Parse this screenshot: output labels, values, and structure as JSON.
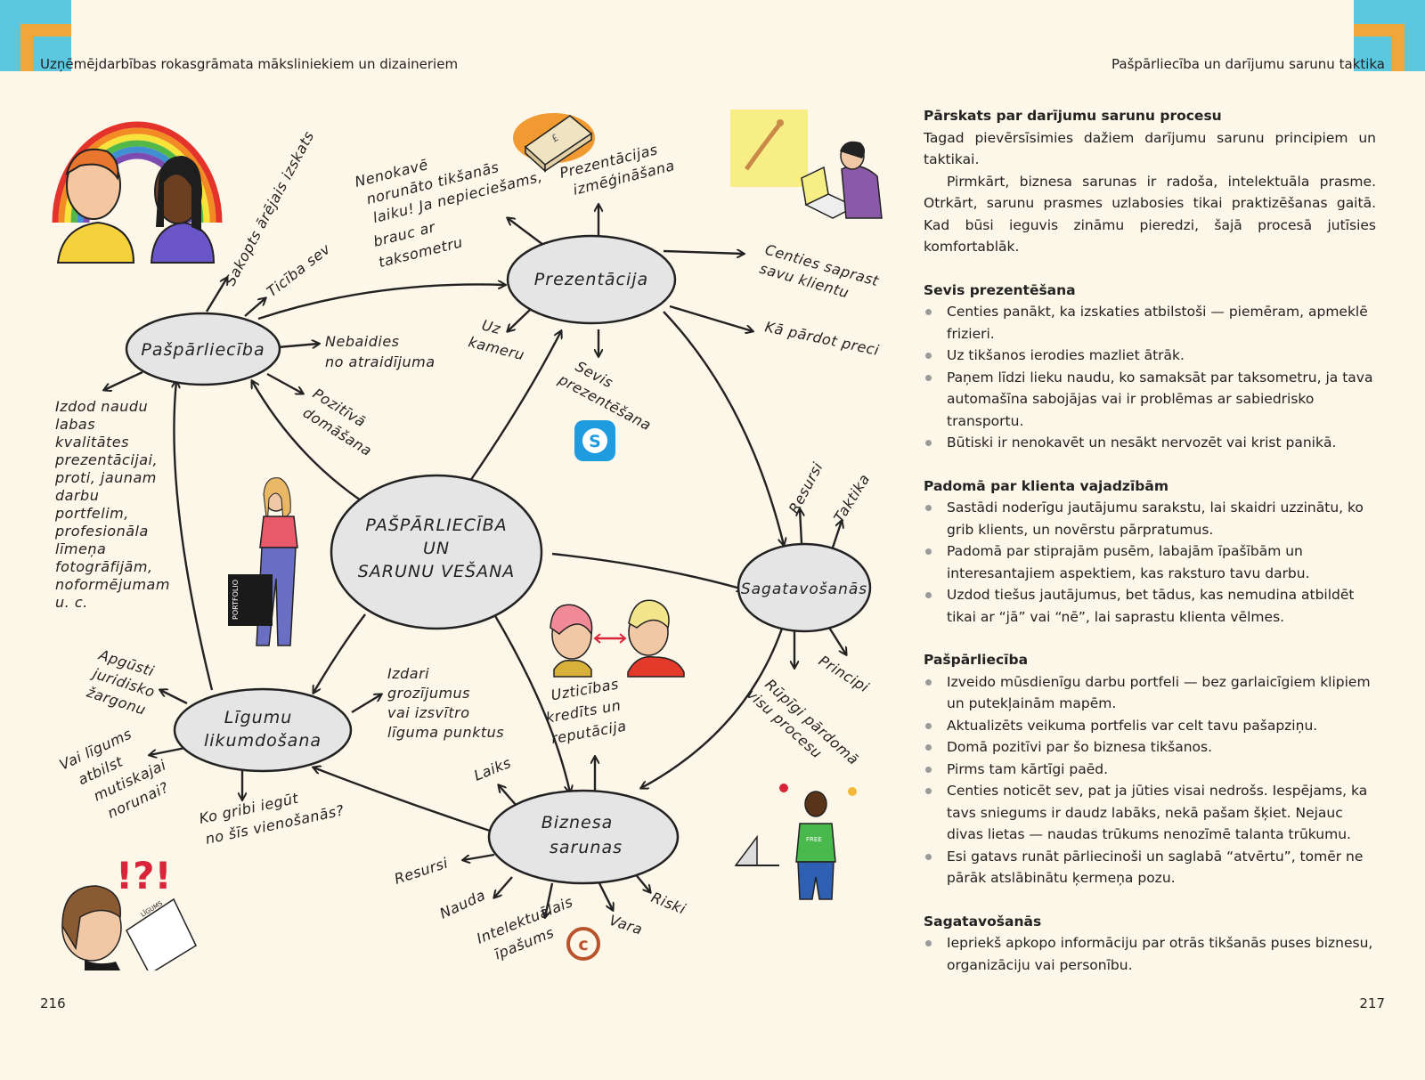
{
  "header": {
    "left_title": "Uzņēmējdarbības rokasgrāmata māksliniekiem un dizaineriem",
    "right_title": "Pašpārliecība un darījumu sarunu taktika"
  },
  "colors": {
    "accent_cyan": "#5cc8e0",
    "accent_orange": "#f0a63a",
    "node_fill": "#e5e5e5"
  },
  "pages": {
    "left": "216",
    "right": "217"
  },
  "mind_map": {
    "center": [
      "PAŠPĀRLIECĪBA",
      "UN",
      "SARUNU VEŠANA"
    ],
    "nodes": {
      "paspar": "Pašpārliecība",
      "prez": "Prezentācija",
      "sag": "Sagatavošanās",
      "ligumu": [
        "Līgumu",
        "likumdošana"
      ],
      "biznesa": [
        "Biznesa",
        "sarunas"
      ]
    },
    "labels": {
      "sakopts": "Sakopts ārējais izskats",
      "ticiba": "Ticība sev",
      "nebaidies": [
        "Nebaidies",
        "no atraidījuma"
      ],
      "pozitiva": [
        "Pozitīvā",
        "domāšana"
      ],
      "izdod": [
        "Izdod naudu",
        "labas",
        "kvalitātes",
        "prezentācijai,",
        "proti, jaunam",
        "darbu",
        "portfelim,",
        "profesionāla",
        "līmeņa",
        "fotogrāfijām,",
        "noformējumam",
        "u. c."
      ],
      "nenokave": [
        "Nenokavē",
        "norunāto tikšanās",
        "laiku! Ja nepieciešams,",
        "brauc ar",
        "taksometru"
      ],
      "prezentacijas": [
        "Prezentācijas",
        "izmēģināšana"
      ],
      "centies": [
        "Centies saprast",
        "savu klientu"
      ],
      "ka_pardot": "Kā pārdot preci",
      "uz_kameru": [
        "Uz",
        "kameru"
      ],
      "sevis_prez": [
        "Sevis",
        "prezentēšana"
      ],
      "resursi_sag": "Resursi",
      "taktika": "Taktika",
      "principi": "Principi",
      "rupigi": [
        "Rūpīgi pārdomā",
        "visu procesu"
      ],
      "apgusti": [
        "Apgūsti",
        "juridisko",
        "žargonu"
      ],
      "vai_ligums": [
        "Vai līgums",
        "atbilst",
        "mutiskajai",
        "norunai?"
      ],
      "izdari": [
        "Izdari",
        "grozījumus",
        "vai izsvītro",
        "līguma punktus"
      ],
      "ko_gribi": [
        "Ko gribi iegūt",
        "no šīs vienošanās?"
      ],
      "uzticibas": [
        "Uzticības",
        "kredīts un",
        "reputācija"
      ],
      "laiks": "Laiks",
      "resursi_biz": "Resursi",
      "nauda": "Nauda",
      "intelektualais": [
        "Intelektuālais",
        "īpašums"
      ],
      "vara": "Vara",
      "riski": "Riski",
      "exclaim": "!?!",
      "ligums_paper": "LĪGUMS",
      "portfolio": "PORTFOLIO",
      "free_shirt": "FREE"
    }
  },
  "article": {
    "sections": [
      {
        "heading": "Pārskats par darījumu sarunu procesu",
        "paragraphs": [
          "Tagad pievērsīsimies dažiem darījumu sarunu principiem un taktikai.",
          "Pirmkārt, biznesa sarunas ir radoša, intelektuāla prasme. Otrkārt, sarunu prasmes uzlabosies tikai praktizēšanas gaitā. Kad būsi ieguvis zināmu pieredzi, šajā procesā jutīsies komfortablāk."
        ]
      },
      {
        "heading": "Sevis prezentēšana",
        "bullets": [
          "Centies panākt, ka izskaties atbilstoši — piemēram, apmeklē frizieri.",
          "Uz tikšanos ierodies mazliet ātrāk.",
          "Paņem līdzi lieku naudu, ko samaksāt par taksometru, ja tava automašīna sabojājas vai ir problēmas ar sabiedrisko transportu.",
          "Būtiski ir nenokavēt un nesākt nervozēt vai krist panikā."
        ]
      },
      {
        "heading": "Padomā par klienta vajadzībām",
        "bullets": [
          "Sastādi noderīgu jautājumu sarakstu, lai skaidri uzzinātu, ko grib klients, un novērstu pārpratumus.",
          "Padomā par stiprajām pusēm, labajām īpašībām un interesantajiem aspektiem, kas raksturo tavu darbu.",
          "Uzdod tiešus jautājumus, bet tādus, kas nemudina atbildēt tikai ar “jā” vai “nē”, lai saprastu klienta vēlmes."
        ]
      },
      {
        "heading": "Pašpārliecība",
        "bullets": [
          "Izveido mūsdienīgu darbu portfeli — bez garlaicīgiem klipiem un putekļainām mapēm.",
          "Aktualizēts veikuma portfelis var celt tavu pašapziņu.",
          "Domā pozitīvi par šo biznesa tikšanos.",
          "Pirms tam kārtīgi paēd.",
          "Centies noticēt sev, pat ja jūties visai nedrošs. Iespējams, ka tavs sniegums ir daudz labāks, nekā pašam šķiet. Nejauc divas lietas — naudas trūkums nenozīmē talanta trūkumu.",
          "Esi gatavs runāt pārliecinoši un saglabā “atvērtu”, tomēr ne pārāk atslābinātu ķermeņa pozu."
        ]
      },
      {
        "heading": "Sagatavošanās",
        "bullets": [
          "Iepriekš apkopo informāciju par otrās tikšanās puses biznesu, organizāciju vai personību."
        ]
      }
    ]
  }
}
